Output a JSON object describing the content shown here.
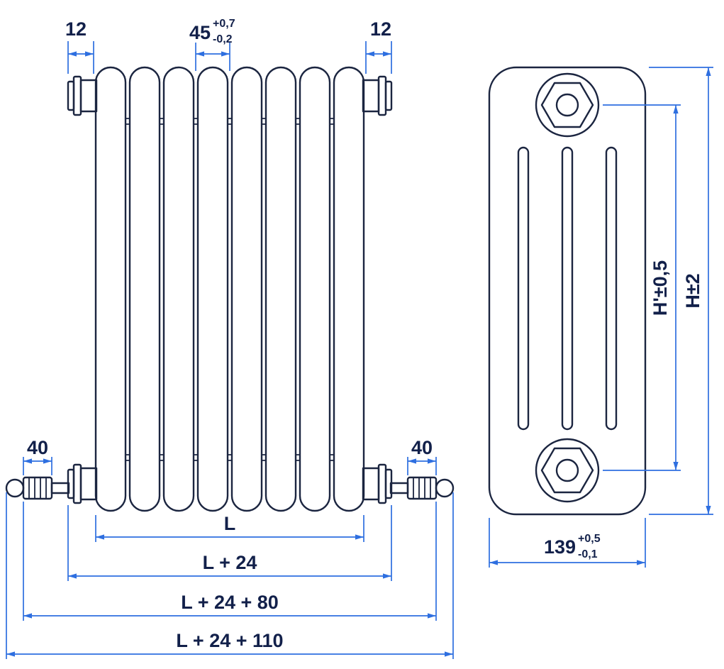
{
  "colors": {
    "background": "#ffffff",
    "outline": "#1b2540",
    "dimension": "#2e6fe0",
    "text": "#12204a"
  },
  "front_view": {
    "dims": {
      "top_left": "12",
      "top_right": "12",
      "pitch": {
        "value": "45",
        "tol_plus": "+0,7",
        "tol_minus": "-0,2"
      },
      "valve_left": "40",
      "valve_right": "40",
      "length": "L",
      "length_plus_24": "L + 24",
      "length_plus_24_80": "L + 24 + 80",
      "length_plus_24_110": "L + 24 + 110"
    }
  },
  "side_view": {
    "dims": {
      "height_between_plugs": "H'±0,5",
      "height_overall": "H±2",
      "depth": {
        "value": "139",
        "tol_plus": "+0,5",
        "tol_minus": "-0,1"
      }
    }
  }
}
